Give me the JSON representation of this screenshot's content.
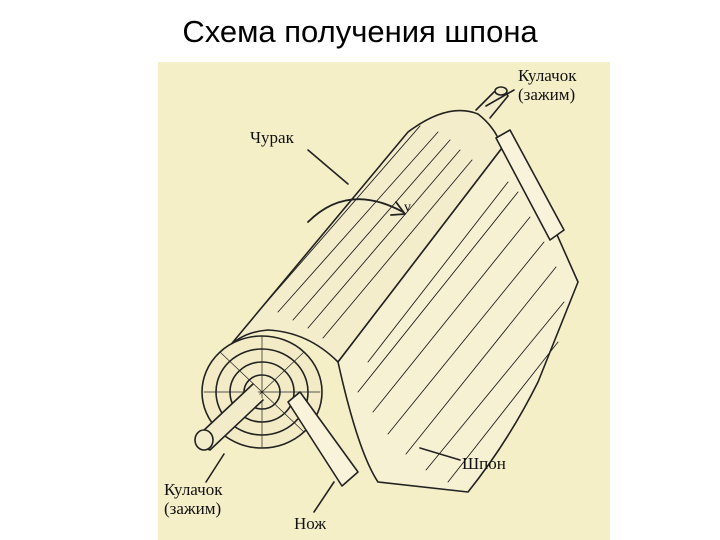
{
  "slide": {
    "title": "Схема получения шпона"
  },
  "labels": {
    "chuck_top_line1": "Кулачок",
    "chuck_top_line2": "(зажим)",
    "log": "Чурак",
    "veneer": "Шпон",
    "chuck_bottom_line1": "Кулачок",
    "chuck_bottom_line2": "(зажим)",
    "knife": "Нож",
    "rotation": "v"
  },
  "colors": {
    "background": "#f5efc8",
    "ink": "#222222"
  }
}
